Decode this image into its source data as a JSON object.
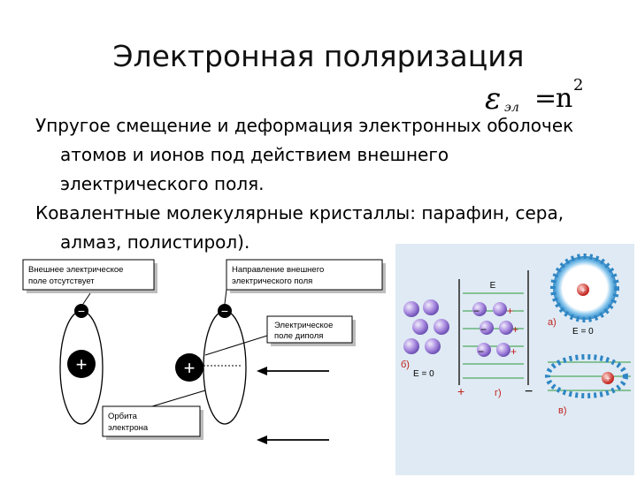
{
  "slide": {
    "title": "Электронная поляризация",
    "formula": {
      "symbol": "ε",
      "subscript": "эл",
      "equals": "=",
      "rhs": "n",
      "power": "2"
    },
    "paragraphs": [
      "Упругое смещение и деформация электронных оболочек атомов и ионов под действием внешнего электрического поля.",
      "Ковалентные молекулярные кристаллы: парафин, сера, алмаз, полистирол)."
    ]
  },
  "figure_left": {
    "label_no_field": "Внешнее электрическое поле отсутствует",
    "label_field_direction": "Направление внешнего электрического поля",
    "label_dipole_field": "Электрическое поле диполя",
    "label_orbit": "Орбита электрона",
    "minus": "−",
    "plus": "+"
  },
  "figure_right": {
    "field_label": "E",
    "zero_field": "E = 0",
    "label_a": "а)",
    "label_b": "б)",
    "label_v": "в)",
    "label_g": "г)",
    "plus": "+",
    "minus": "−"
  },
  "colors": {
    "accent_blue": "#3f8fc6",
    "panel_bg": "#dfeaf4",
    "sphere_purple": "#9c7cd8",
    "electron_cyan": "#4a9fd8",
    "plus_red": "#d8322c"
  }
}
